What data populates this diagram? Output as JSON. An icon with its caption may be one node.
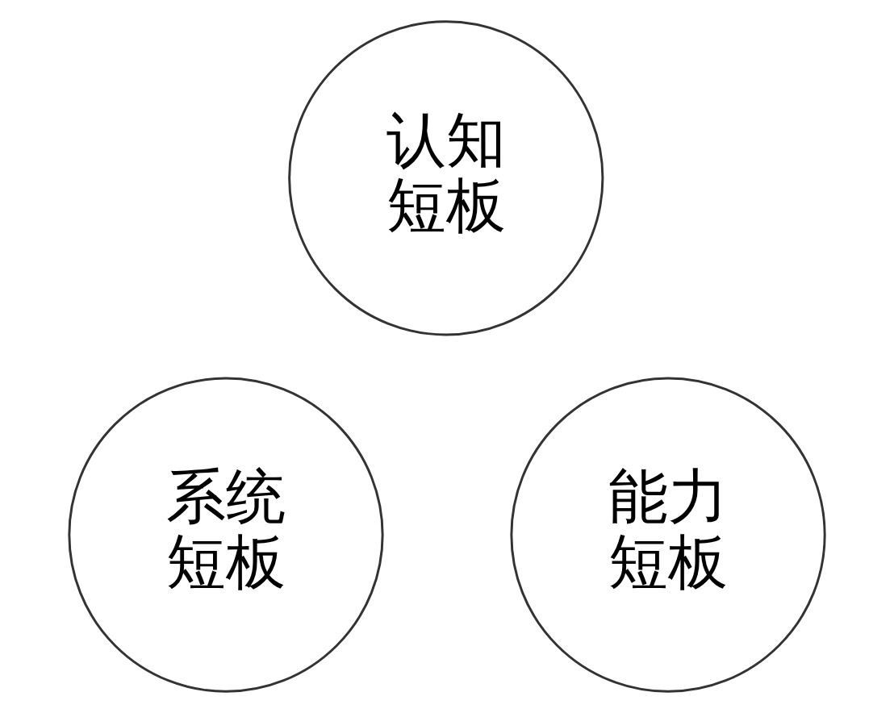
{
  "diagram": {
    "nodes": [
      {
        "text": [
          "认知短板"
        ]
      },
      {
        "text": [
          "系统短板"
        ]
      },
      {
        "text": [
          "能力短板"
        ]
      }
    ]
  }
}
